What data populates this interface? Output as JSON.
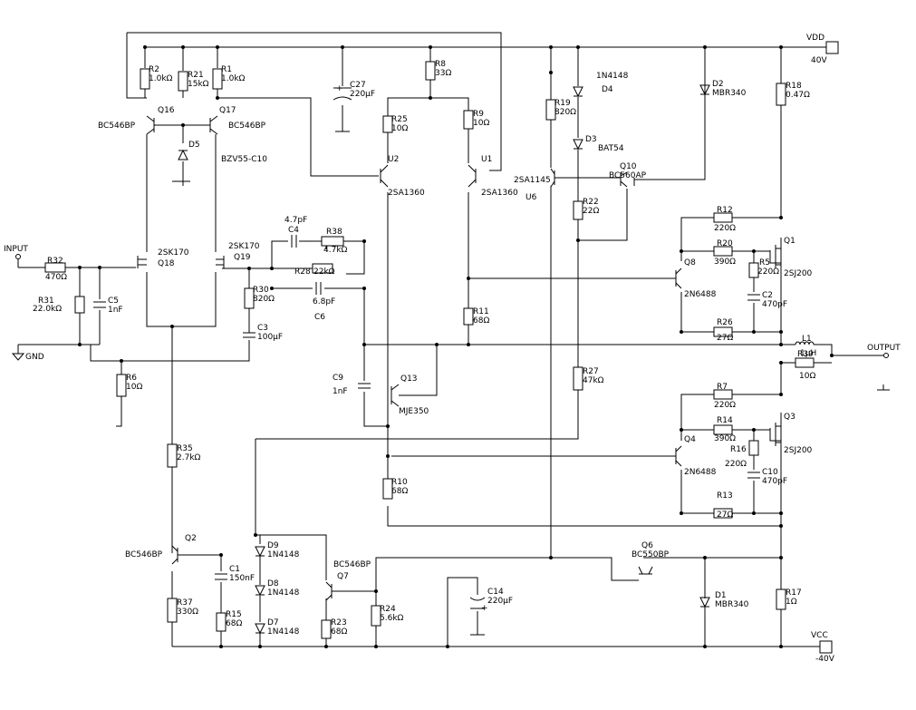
{
  "ports": {
    "input": "INPUT",
    "gnd": "GND",
    "output": "OUTPUT",
    "vdd": "VDD",
    "vdd_value": "40V",
    "vcc": "VCC",
    "vcc_value": "-40V"
  },
  "resistors": {
    "R1": [
      "R1",
      "1.0kΩ"
    ],
    "R2": [
      "R2",
      "1.0kΩ"
    ],
    "R5": [
      "R5",
      "220Ω"
    ],
    "R6": [
      "R6",
      "10Ω"
    ],
    "R7": [
      "R7",
      "220Ω"
    ],
    "R8": [
      "R8",
      "33Ω"
    ],
    "R9": [
      "R9",
      "10Ω"
    ],
    "R10": [
      "R10",
      "68Ω"
    ],
    "R11": [
      "R11",
      "68Ω"
    ],
    "R12": [
      "R12",
      "220Ω"
    ],
    "R13": [
      "R13",
      "27Ω"
    ],
    "R14": [
      "R14",
      "390Ω"
    ],
    "R15": [
      "R15",
      "68Ω"
    ],
    "R16": [
      "R16",
      "220Ω"
    ],
    "R17": [
      "R17",
      "1Ω"
    ],
    "R18": [
      "R18",
      "0.47Ω"
    ],
    "R19": [
      "R19",
      "820Ω"
    ],
    "R20": [
      "R20",
      "390Ω"
    ],
    "R21": [
      "R21",
      "15kΩ"
    ],
    "R22": [
      "R22",
      "22Ω"
    ],
    "R23": [
      "R23",
      "68Ω"
    ],
    "R24": [
      "R24",
      "5.6kΩ"
    ],
    "R25": [
      "R25",
      "10Ω"
    ],
    "R26": [
      "R26",
      "27Ω"
    ],
    "R27": [
      "R27",
      "47kΩ"
    ],
    "R28": [
      "R28",
      "22kΩ"
    ],
    "R30": [
      "R30",
      "820Ω"
    ],
    "R31": [
      "R31",
      "22.0kΩ"
    ],
    "R32": [
      "R32",
      "470Ω"
    ],
    "R35": [
      "R35",
      "2.7kΩ"
    ],
    "R37": [
      "R37",
      "330Ω"
    ],
    "R38": [
      "R38",
      "4.7kΩ"
    ],
    "R39": [
      "R39",
      "10Ω"
    ]
  },
  "capacitors": {
    "C1": [
      "C1",
      "150nF"
    ],
    "C2": [
      "C2",
      "470pF"
    ],
    "C3": [
      "C3",
      "100μF"
    ],
    "C4": [
      "C4",
      "4.7pF"
    ],
    "C5": [
      "C5",
      "1nF"
    ],
    "C6": [
      "C6",
      "6.8pF"
    ],
    "C9": [
      "C9",
      "1nF"
    ],
    "C10": [
      "C10",
      "470pF"
    ],
    "C14": [
      "C14",
      "220μF"
    ],
    "C27": [
      "C27",
      "220μF"
    ]
  },
  "inductors": {
    "L1": [
      "L1",
      "1μH"
    ]
  },
  "diodes": {
    "D1": [
      "D1",
      "MBR340"
    ],
    "D2": [
      "D2",
      "MBR340"
    ],
    "D3": [
      "D3",
      "BAT54"
    ],
    "D4": [
      "D4",
      "1N4148"
    ],
    "D5": [
      "D5",
      "BZV55-C10"
    ],
    "D7": [
      "D7",
      "1N4148"
    ],
    "D8": [
      "D8",
      "1N4148"
    ],
    "D9": [
      "D9",
      "1N4148"
    ]
  },
  "transistors": {
    "Q1": [
      "Q1",
      "2SJ200"
    ],
    "Q2": [
      "Q2",
      "BC546BP"
    ],
    "Q3": [
      "Q3",
      "2SJ200"
    ],
    "Q4": [
      "Q4",
      "2N6488"
    ],
    "Q6": [
      "Q6",
      "BC550BP"
    ],
    "Q7": [
      "Q7",
      "BC546BP"
    ],
    "Q8": [
      "Q8",
      "2N6488"
    ],
    "Q10": [
      "Q10",
      "BC560AP"
    ],
    "Q13": [
      "Q13",
      "MJE350"
    ],
    "Q16": [
      "Q16",
      "BC546BP"
    ],
    "Q17": [
      "Q17",
      "BC546BP"
    ],
    "Q18": [
      "Q18",
      "2SK170"
    ],
    "Q19": [
      "Q19",
      "2SK170"
    ],
    "U1": [
      "U1",
      "2SA1360"
    ],
    "U2": [
      "U2",
      "2SA1360"
    ],
    "U6": [
      "U6",
      "2SA1145"
    ]
  }
}
